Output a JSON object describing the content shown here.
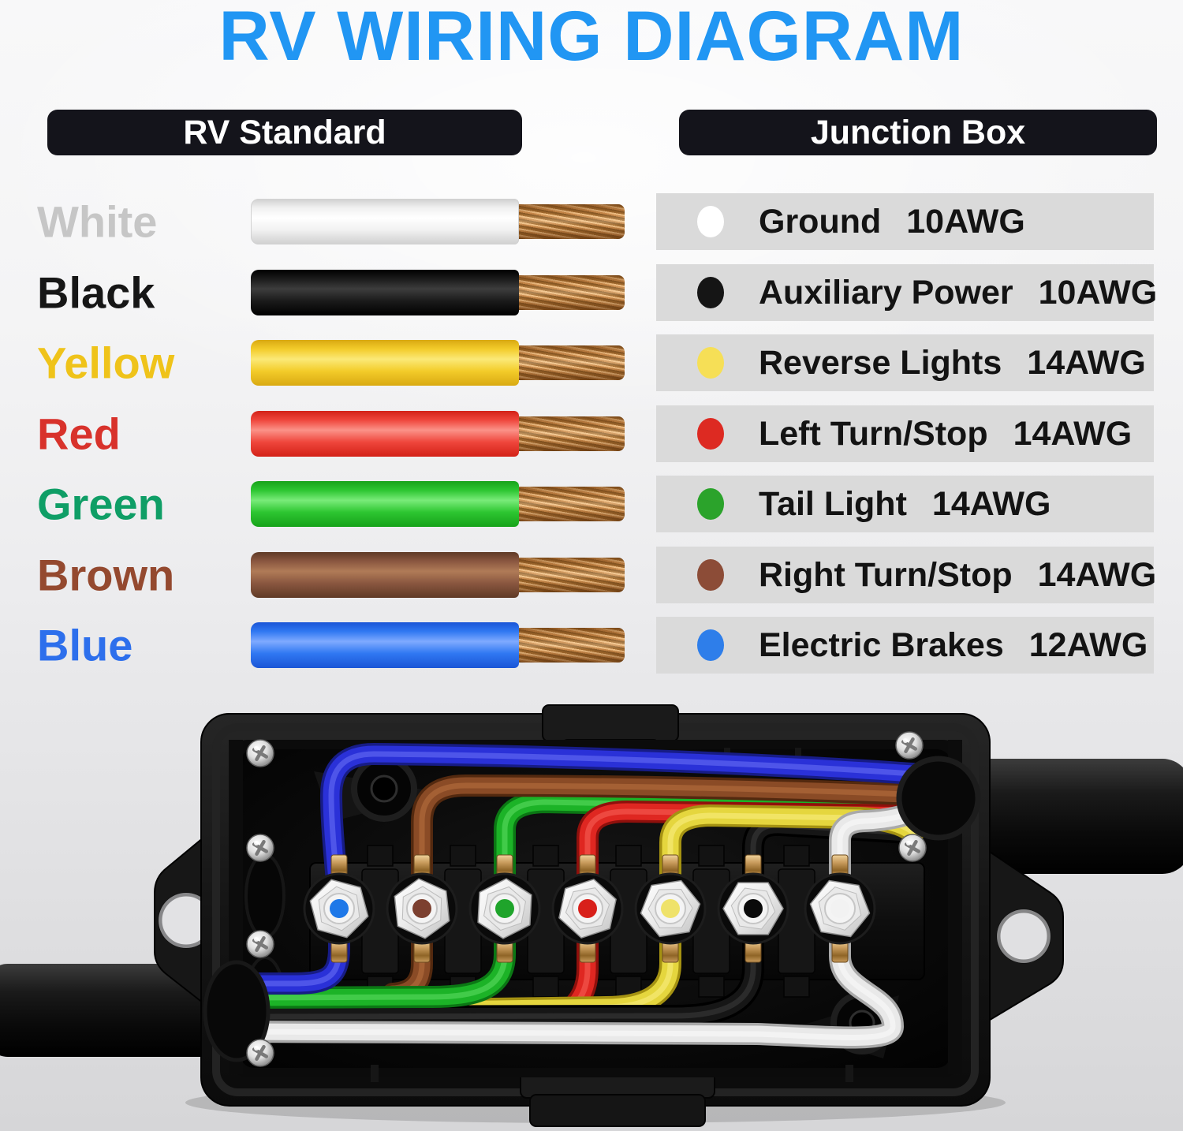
{
  "title": "RV WIRING DIAGRAM",
  "headers": {
    "left": "RV Standard",
    "right": "Junction Box"
  },
  "palette": {
    "title-blue": "#2196F3",
    "header-bg": "#14141B",
    "row-bg": "#DADADA",
    "jb-blue-d": "#171C86",
    "jb-blue-m": "#2A31D8",
    "jb-blue-l": "#7B82FF",
    "jb-brown-d": "#53290F",
    "jb-brown-m": "#8A4B26",
    "jb-brown-l": "#C47B47",
    "jb-green-d": "#0B7714",
    "jb-green-m": "#1CB327",
    "jb-green-l": "#6FE873",
    "jb-red-d": "#8F100C",
    "jb-red-m": "#DF2721",
    "jb-red-l": "#FF7065",
    "jb-yellow-d": "#A59212",
    "jb-yellow-m": "#E5D63E",
    "jb-yellow-l": "#FFF694",
    "jb-black-d": "#000000",
    "jb-black-m": "#161616",
    "jb-black-l": "#454545",
    "jb-white-d": "#A9A9A9",
    "jb-white-m": "#E9E9E9",
    "jb-white-l": "#FFFFFF"
  },
  "rv_standard_wires": [
    {
      "name": "White",
      "label_color": "#C6C6C6",
      "edge": "#CFCFCF",
      "mid": "#F1F1F1",
      "hi": "#FFFFFF",
      "border": "#D2D2D2"
    },
    {
      "name": "Black",
      "label_color": "#161616",
      "edge": "#000000",
      "mid": "#1B1B1B",
      "hi": "#3D3D3D",
      "border": "rgba(0,0,0,0)"
    },
    {
      "name": "Yellow",
      "label_color": "#EFC31A",
      "edge": "#D9A912",
      "mid": "#F3CC2A",
      "hi": "#FBE977",
      "border": "rgba(0,0,0,0)"
    },
    {
      "name": "Red",
      "label_color": "#D8322B",
      "edge": "#D32218",
      "mid": "#EF463C",
      "hi": "#FB9288",
      "border": "rgba(0,0,0,0)"
    },
    {
      "name": "Green",
      "label_color": "#0F9E66",
      "edge": "#17A21A",
      "mid": "#2DC631",
      "hi": "#79EB79",
      "border": "rgba(0,0,0,0)"
    },
    {
      "name": "Brown",
      "label_color": "#94492F",
      "edge": "#5F3A26",
      "mid": "#8A5740",
      "hi": "#B07B57",
      "border": "rgba(0,0,0,0)"
    },
    {
      "name": "Blue",
      "label_color": "#2D6FEC",
      "edge": "#1A55D6",
      "mid": "#3078F2",
      "hi": "#7FAAFF",
      "border": "rgba(0,0,0,0)"
    }
  ],
  "junction_box_legend": [
    {
      "function": "Ground",
      "gauge": "10AWG",
      "dot_color": "#FFFFFF"
    },
    {
      "function": "Auxiliary Power",
      "gauge": "10AWG",
      "dot_color": "#151515"
    },
    {
      "function": "Reverse Lights",
      "gauge": "14AWG",
      "dot_color": "#F6DF56"
    },
    {
      "function": "Left Turn/Stop",
      "gauge": "14AWG",
      "dot_color": "#DD2A22"
    },
    {
      "function": "Tail Light",
      "gauge": "14AWG",
      "dot_color": "#2BA32B"
    },
    {
      "function": "Right Turn/Stop",
      "gauge": "14AWG",
      "dot_color": "#8C4C37"
    },
    {
      "function": "Electric Brakes",
      "gauge": "12AWG",
      "dot_color": "#2E7EEA"
    }
  ],
  "junction_box": {
    "terminals": [
      {
        "wire": "blue",
        "dot_color": "#1E78E8"
      },
      {
        "wire": "brown",
        "dot_color": "#7C4030"
      },
      {
        "wire": "green",
        "dot_color": "#1FA42B"
      },
      {
        "wire": "red",
        "dot_color": "#D8201A"
      },
      {
        "wire": "yellow",
        "dot_color": "#EFE26A"
      },
      {
        "wire": "black",
        "dot_color": "#0A0A0A"
      },
      {
        "wire": "white",
        "dot_color": "#F2F2F2"
      }
    ]
  }
}
